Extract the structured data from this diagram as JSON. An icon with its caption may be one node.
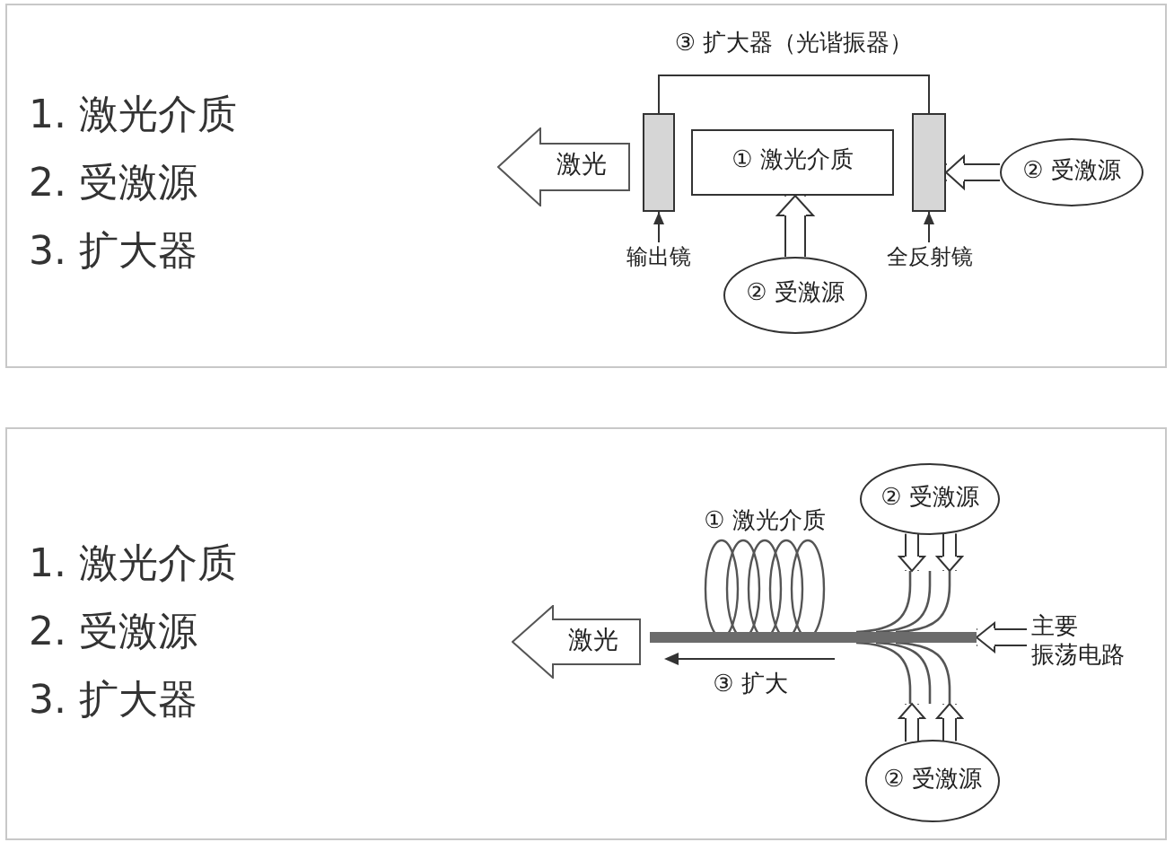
{
  "diagram": {
    "nodes": [
      {
        "text": [
          "1. 激光介质",
          "2. 受激源",
          "3. 扩大器"
        ]
      },
      {
        "text": [
          "激光"
        ],
        "in": 0
      },
      {
        "text": [],
        "shape": "box",
        "in": 0
      },
      {
        "text": [
          "① 激光介质"
        ],
        "in": 0
      },
      {
        "text": [],
        "shape": "box",
        "in": 0
      },
      {
        "text": [
          "② 受激源"
        ],
        "in": 0
      },
      {
        "text": [
          "输出镜"
        ],
        "in": 0
      },
      {
        "text": [
          "全反射镜"
        ],
        "in": 0
      },
      {
        "text": [
          "② 受激源"
        ],
        "in": 0
      },
      {
        "text": [
          "1. 激光介质",
          "2. 受激源",
          "3. 扩大器"
        ]
      },
      {
        "text": [
          "② 受激源"
        ],
        "in": 9
      },
      {
        "text": [
          "① 激光介质"
        ],
        "in": 9
      },
      {
        "text": [
          "激光"
        ],
        "in": 9
      },
      {
        "text": [],
        "shape": "bar",
        "in": 9
      },
      {
        "text": [
          "主要振荡电路"
        ],
        "in": 9
      },
      {
        "text": [
          "② 受激源"
        ],
        "in": 9
      }
    ],
    "edges": [
      {
        "from": 2,
        "to": 4,
        "arrow": "none",
        "label": "③ 扩大器（光谐振器）"
      },
      {
        "from": 5,
        "to": 4,
        "arrow": "to",
        "style": "thick"
      },
      {
        "from": 6,
        "to": 2,
        "arrow": "to"
      },
      {
        "from": 7,
        "to": 4,
        "arrow": "to"
      },
      {
        "from": 8,
        "to": 3,
        "arrow": "to",
        "style": "thick"
      },
      {
        "from": 10,
        "to": 13,
        "arrow": "to",
        "style": "thick"
      },
      {
        "from": 10,
        "to": 13,
        "arrow": "to",
        "style": "thick"
      },
      {
        "from": 14,
        "to": 13,
        "arrow": "to",
        "style": "thick"
      },
      {
        "from": 15,
        "to": 13,
        "arrow": "to",
        "style": "thick"
      },
      {
        "from": 15,
        "to": 13,
        "arrow": "to",
        "style": "thick"
      }
    ],
    "labels": [
      "③ 扩大"
    ]
  }
}
